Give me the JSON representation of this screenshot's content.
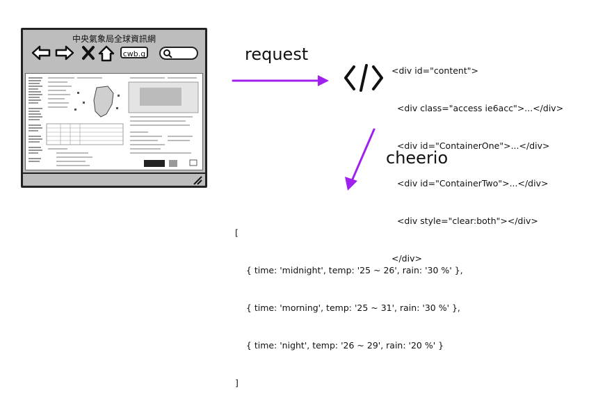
{
  "browser": {
    "title": "中央氣象局全球資訊網",
    "url_text": "cwb.g"
  },
  "flow": {
    "request_label": "request",
    "cheerio_label": "cheerio"
  },
  "colors": {
    "arrow": "#a020f0",
    "ink": "#111111"
  },
  "html_code": [
    "<div id=\"content\">",
    "  <div class=\"access ie6acc\">...</div>",
    "  <div id=\"ContainerOne\">...</div>",
    "  <div id=\"ContainerTwo\">...</div>",
    "  <div style=\"clear:both\"></div>",
    "</div>"
  ],
  "json_output": [
    "[",
    "    { time: 'midnight', temp: '25 ~ 26', rain: '30 %' },",
    "    { time: 'morning', temp: '25 ~ 31', rain: '30 %' },",
    "    { time: 'night', temp: '26 ~ 29', rain: '20 %' }",
    "]"
  ]
}
